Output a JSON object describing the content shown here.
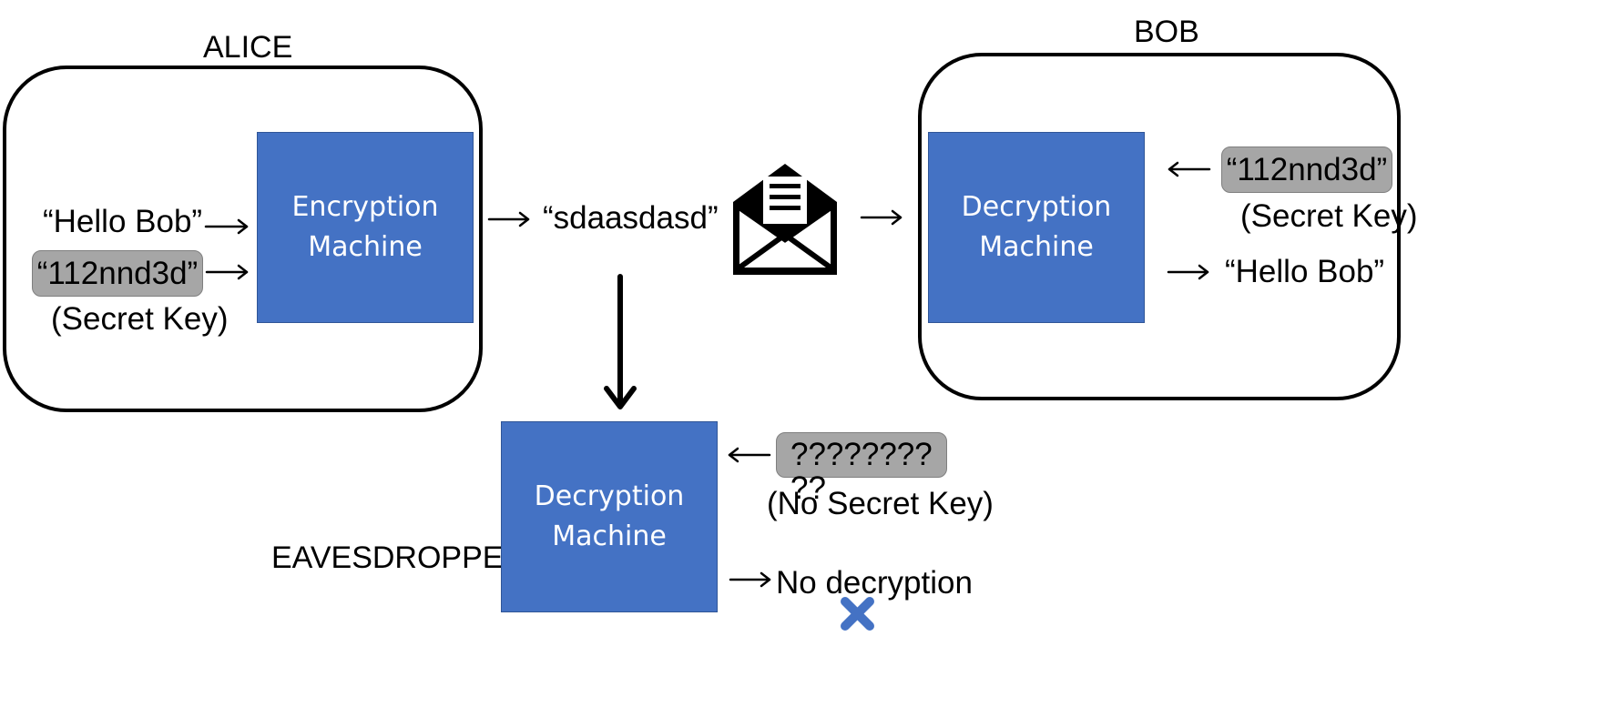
{
  "alice": {
    "label": "ALICE",
    "message": "“Hello Bob”",
    "key": "“112nnd3d”",
    "key_caption": "(Secret Key)",
    "machine_line1": "Encryption",
    "machine_line2": "Machine"
  },
  "ciphertext": "“sdaasdasd”",
  "bob": {
    "label": "BOB",
    "machine_line1": "Decryption",
    "machine_line2": "Machine",
    "key": "“112nnd3d”",
    "key_caption": "(Secret Key)",
    "output": "“Hello Bob”"
  },
  "eavesdropper": {
    "label": "EAVESDROPPER",
    "machine_line1": "Decryption",
    "machine_line2": "Machine",
    "key_line1": "????????",
    "key_line2": "??",
    "key_caption": "(No Secret Key)",
    "output": "No decryption"
  },
  "icons": {
    "envelope": "envelope-letter-icon",
    "fail": "x-mark-icon"
  },
  "colors": {
    "machine_fill": "#4472C4",
    "key_fill": "#A6A6A6",
    "fail_mark": "#4472C4"
  }
}
